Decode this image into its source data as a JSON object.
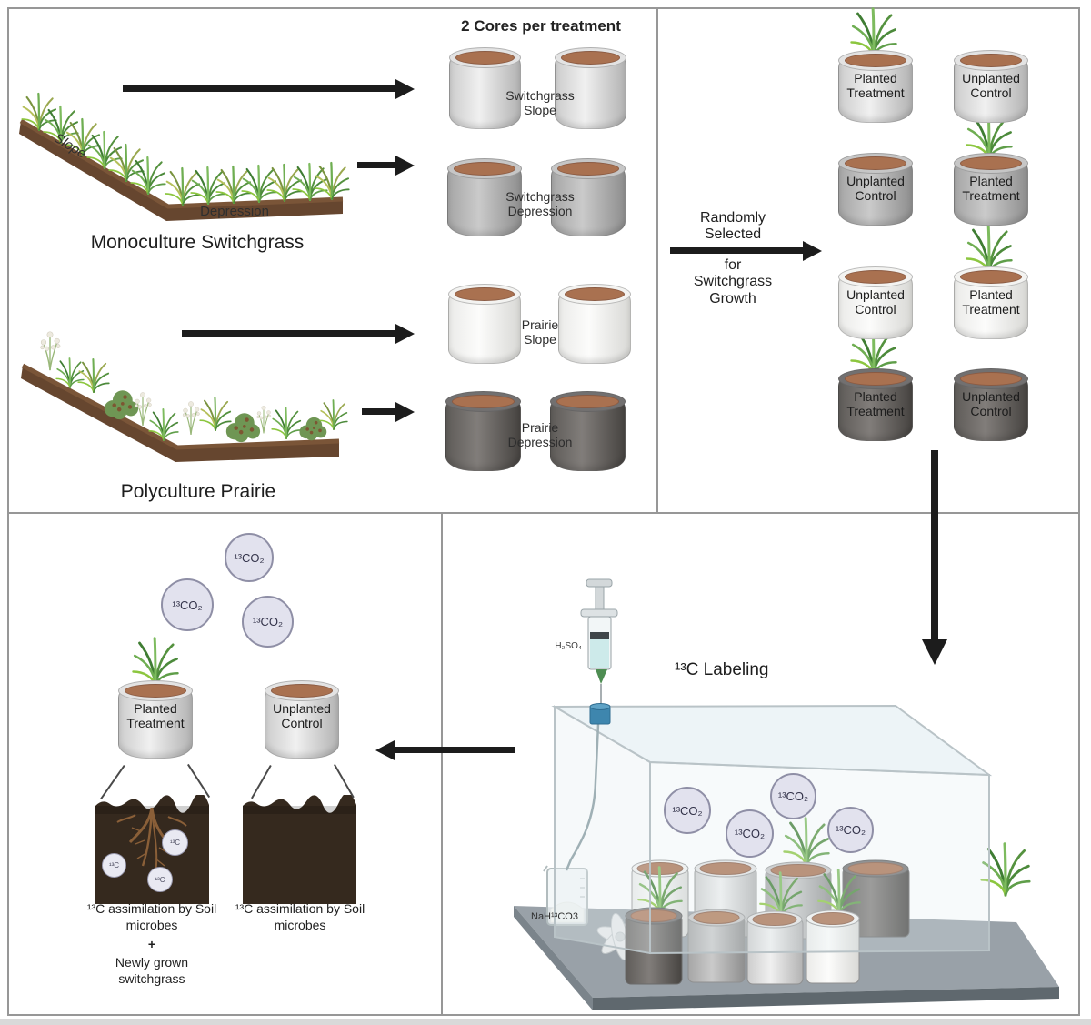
{
  "quadrants": {
    "top_left": {
      "title": "2 Cores per treatment",
      "mono": {
        "slope": "Slope",
        "depression": "Depression",
        "title": "Monoculture Switchgrass"
      },
      "prairie": {
        "title": "Polyculture Prairie"
      },
      "core_groups": [
        {
          "label": "Switchgrass Slope"
        },
        {
          "label": "Switchgrass Depression"
        },
        {
          "label": "Prairie Slope"
        },
        {
          "label": "Prairie Depression"
        }
      ]
    },
    "top_right": {
      "arrow_line1": "Randomly Selected",
      "arrow_line2": "for Switchgrass Growth",
      "cores": [
        {
          "label": "Planted Treatment"
        },
        {
          "label": "Unplanted Control"
        },
        {
          "label": "Unplanted Control"
        },
        {
          "label": "Planted Treatment"
        },
        {
          "label": "Unplanted Control"
        },
        {
          "label": "Planted Treatment"
        },
        {
          "label": "Planted Treatment"
        },
        {
          "label": "Unplanted Control"
        }
      ]
    },
    "bottom_left": {
      "co2": "¹³CO₂",
      "soil_c": "¹³C",
      "planted": {
        "label": "Planted Treatment"
      },
      "unplanted": {
        "label": "Unplanted Control"
      },
      "captions": {
        "left1": "¹³C assimilation by Soil microbes",
        "plus": "+",
        "left2": "Newly grown switchgrass",
        "right1": "¹³C assimilation by Soil microbes"
      }
    },
    "bottom_right": {
      "title": "¹³C Labeling",
      "syringe_label": "H₂SO₄",
      "beaker_label": "NaH¹³CO3",
      "co2": "¹³CO₂"
    }
  },
  "colors": {
    "arrow": "#1c1c1c",
    "co2_fill": "#e2e2ee",
    "co2_border": "#8f8fa6",
    "soil_top": "#a97150",
    "soil_dark": "#35291e",
    "platform": "#99a1a8",
    "port_blue": "#3e86ae",
    "can_light": "#d9d9d9",
    "can_medium": "#a8a8a8",
    "can_white": "#f2f2f0",
    "can_dark": "#5f5c59"
  }
}
